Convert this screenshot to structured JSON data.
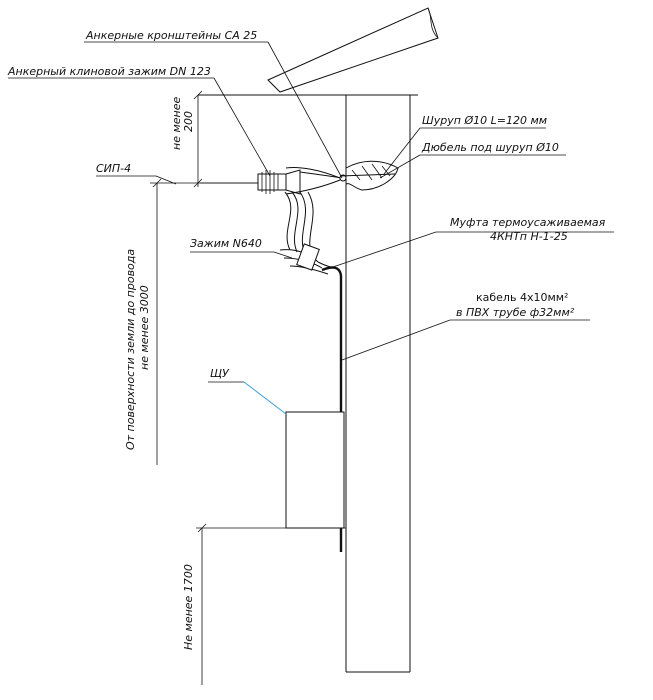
{
  "labels": {
    "anchor_brackets": "Анкерные кронштейны СА 25",
    "anchor_clamp": "Анкерный клиновой зажим DN 123",
    "screw": "Шуруп Ø10 L=120 мм",
    "dowel": "Дюбель под шуруп Ø10",
    "sip_cable": "СИП-4",
    "heat_shrink_line1": "Муфта термоусаживаемая",
    "heat_shrink_line2": "4КНТп Н-1-25",
    "clamp": "Зажим N640",
    "cable_line1": "кабель 4х10мм²",
    "cable_line2": "в ПВХ трубе ф32мм²",
    "panel": "ЩУ"
  },
  "dimensions": {
    "min_200_line1": "не менее",
    "min_200_line2": "200",
    "ground_line1": "От поверхности земли до провода",
    "ground_line2": "не менее 3000",
    "min_1700": "Не менее 1700"
  }
}
